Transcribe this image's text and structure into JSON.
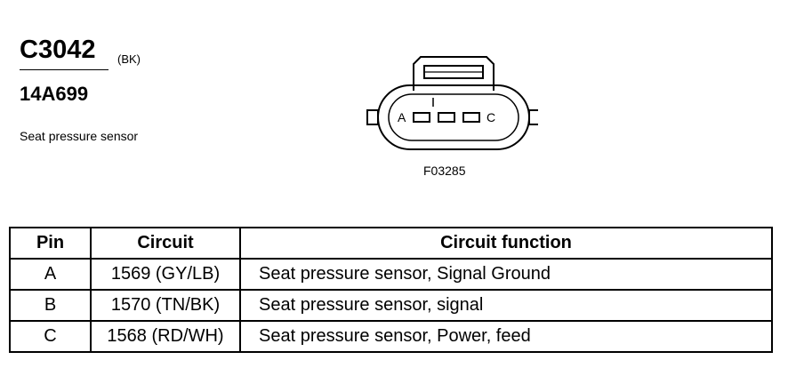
{
  "header": {
    "connector_id": "C3042",
    "color_code": "(BK)",
    "part_number": "14A699",
    "description": "Seat pressure sensor"
  },
  "figure": {
    "pin_labels": [
      "A",
      "C"
    ],
    "reference": "F03285"
  },
  "table": {
    "headers": [
      "Pin",
      "Circuit",
      "Circuit function"
    ],
    "rows": [
      {
        "pin": "A",
        "circuit": "1569 (GY/LB)",
        "function": "Seat pressure sensor, Signal Ground"
      },
      {
        "pin": "B",
        "circuit": "1570 (TN/BK)",
        "function": "Seat pressure sensor, signal"
      },
      {
        "pin": "C",
        "circuit": "1568 (RD/WH)",
        "function": "Seat pressure sensor, Power, feed"
      }
    ]
  }
}
